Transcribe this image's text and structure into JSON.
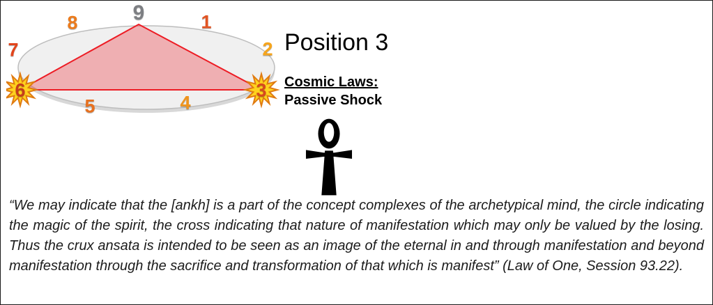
{
  "slide": {
    "title": "Position 3",
    "cosmic_laws_heading": "Cosmic Laws:",
    "cosmic_laws_value": "Passive Shock",
    "quote": "“We may indicate that the [ankh] is a part of the concept complexes of the archetypical mind, the circle indicating the magic of the spirit, the cross indicating that nature of manifestation which may only be valued by the losing. Thus the crux ansata is intended to be seen as an image of the eternal in and through manifestation and beyond manifestation through the sacrifice and transformation of that which is manifest” (Law of One, Session 93.22)."
  },
  "diagram": {
    "type": "enneagram-circle",
    "numbers": [
      {
        "label": "1",
        "color": "#e25422"
      },
      {
        "label": "2",
        "color": "#f6a51c"
      },
      {
        "label": "3",
        "color": "#d8491e"
      },
      {
        "label": "4",
        "color": "#f0941d"
      },
      {
        "label": "5",
        "color": "#e8711f"
      },
      {
        "label": "6",
        "color": "#c63d1a"
      },
      {
        "label": "7",
        "color": "#e2451c"
      },
      {
        "label": "8",
        "color": "#ec7b1c"
      },
      {
        "label": "9",
        "color": "#7d7f83"
      }
    ],
    "triangle": {
      "vertices": [
        "9",
        "3",
        "6"
      ],
      "stroke": "#ed1c24",
      "fill": "rgba(237,28,36,0.30)"
    },
    "starburst_positions": [
      "3",
      "6"
    ],
    "starburst_color": "#ffd21e",
    "ellipse_fill": "#f0f0f0"
  },
  "icons": {
    "ankh": "☥"
  }
}
